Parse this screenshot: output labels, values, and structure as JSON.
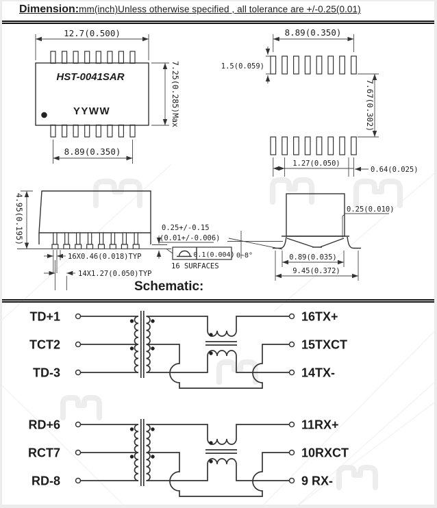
{
  "header": {
    "title": "Dimension:",
    "note": "mm(inch)Unless otherwise specified , all tolerance are +/-0.25(0.01)"
  },
  "top_view": {
    "part_number": "HST-0041SAR",
    "date_code": "YYWW",
    "width": "12.7(0.500)",
    "pin_span": "8.89(0.350)",
    "height": "7.25(0.285)Max"
  },
  "land_pattern": {
    "pad_span": "8.89(0.350)",
    "pad_height": "1.5(0.059)",
    "row_gap": "7.67(0.302)",
    "pitch": "1.27(0.050)",
    "pad_width": "0.64(0.025)"
  },
  "side_view": {
    "height": "4.95(0.195)",
    "lead_width": "16X0.46(0.018)TYP",
    "lead_pitch": "14X1.27(0.050)TYP",
    "coplanarity_mm": "0.25+/-0.15",
    "coplanarity_inch": "(0.01+/-0.006)",
    "flatness": "0.1(0.004)",
    "flatness_note": "16  SURFACES"
  },
  "end_view": {
    "standoff": "0.25(0.010)",
    "lead_angle": "0~8°",
    "foot_length": "0.89(0.035)",
    "total_span": "9.45(0.372)"
  },
  "schematic": {
    "title": "Schematic:",
    "tx": {
      "inputs": [
        "TD+1",
        "TCT2",
        "TD-3"
      ],
      "outputs": [
        "16TX+",
        "15TXCT",
        "14TX-"
      ]
    },
    "rx": {
      "inputs": [
        "RD+6",
        "RCT7",
        "RD-8"
      ],
      "outputs": [
        "11RX+",
        "10RXCT",
        "9 RX-"
      ]
    }
  }
}
